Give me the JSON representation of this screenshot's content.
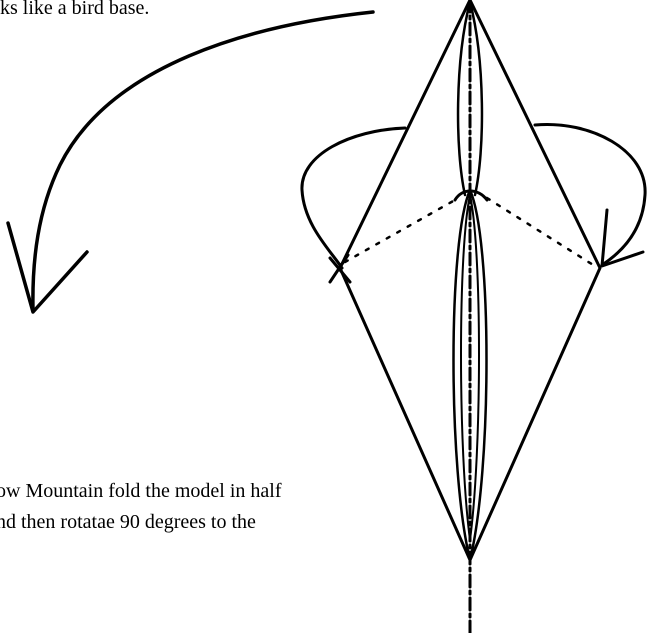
{
  "instructions": {
    "top_text": "oks like a bird base.",
    "bottom_line_1": "ow Mountain fold the model in half",
    "bottom_line_2": "nd then rotatae 90 degrees to the"
  },
  "colors": {
    "ink": "#000000",
    "background": "#ffffff"
  }
}
